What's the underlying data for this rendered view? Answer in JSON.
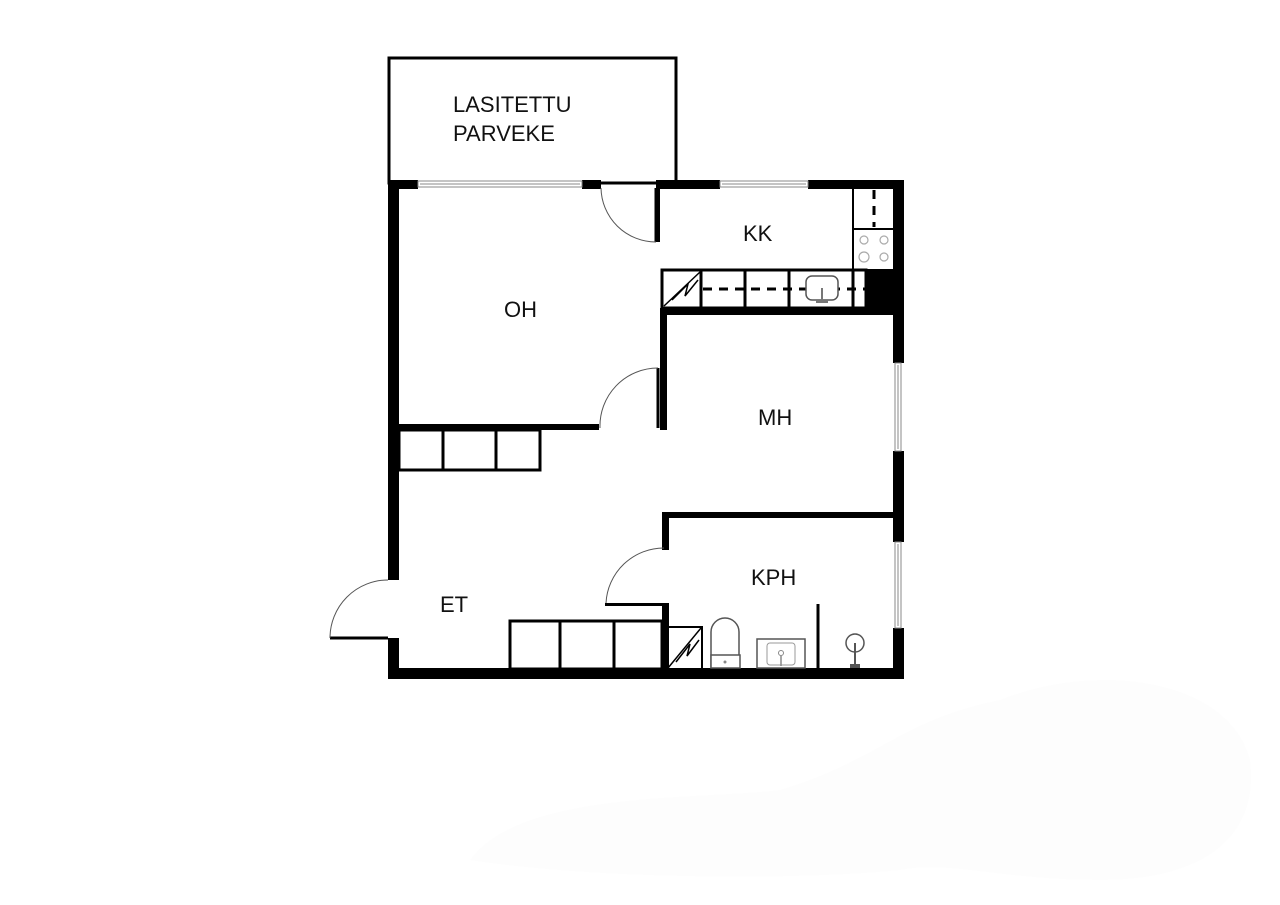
{
  "plan": {
    "type": "apartment-floor-plan",
    "rooms": [
      {
        "id": "balcony",
        "label_lines": [
          "LASITETTU",
          "PARVEKE"
        ]
      },
      {
        "id": "kitchen",
        "label": "KK"
      },
      {
        "id": "living-room",
        "label": "OH"
      },
      {
        "id": "bedroom",
        "label": "MH"
      },
      {
        "id": "hallway",
        "label": "ET"
      },
      {
        "id": "bathroom",
        "label": "KPH"
      }
    ],
    "colors": {
      "wall": "#000000",
      "background": "#ffffff",
      "window": "#8a8a8a",
      "fixture": "#555555"
    }
  }
}
